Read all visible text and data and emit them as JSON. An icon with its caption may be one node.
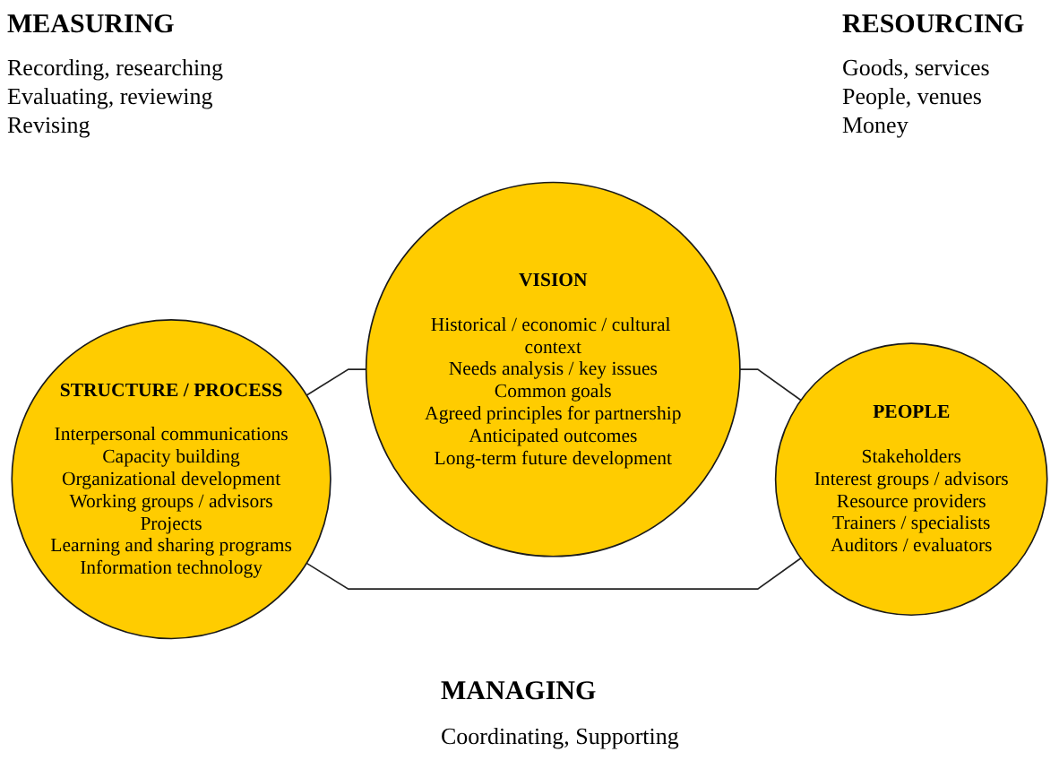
{
  "diagram": {
    "nodes": [
      {
        "text": [
          "VISION",
          "Historical / economic / cultural context",
          "Needs analysis / key issues",
          "Common goals",
          "Agreed principles for partnership",
          "Anticipated outcomes",
          "Long-term future development"
        ]
      },
      {
        "text": [
          "STRUCTURE / PROCESS",
          "Interpersonal communications",
          "Capacity building",
          "Organizational development",
          "Working groups / advisors",
          "Projects",
          "Learning and sharing programs",
          "Information technology"
        ]
      },
      {
        "text": [
          "PEOPLE",
          "Stakeholders",
          "Interest groups / advisors",
          "Resource providers",
          "Trainers / specialists",
          "Auditors / evaluators"
        ]
      }
    ],
    "edges": [
      {
        "from": 1,
        "to": 0,
        "arrow": "none"
      },
      {
        "from": 0,
        "to": 2,
        "arrow": "none"
      },
      {
        "from": 1,
        "to": 2,
        "arrow": "none"
      }
    ],
    "labels": [
      "MEASURING",
      "Recording, researching",
      "Evaluating, reviewing",
      "Revising",
      "RESOURCING",
      "Goods, services",
      "People, venues",
      "Money",
      "MANAGING",
      "Coordinating, Supporting"
    ]
  }
}
